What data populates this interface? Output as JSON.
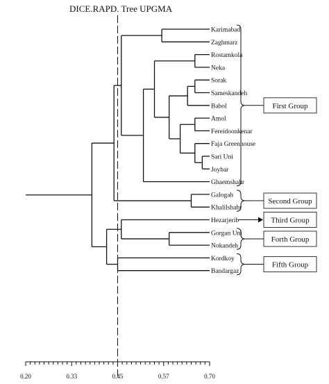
{
  "title": "DICE.RAPD. Tree UPGMA",
  "axis": {
    "ticks": [
      "0.20",
      "0.33",
      "0.45",
      "0.57",
      "0.70"
    ],
    "min": 0.2,
    "max": 0.7,
    "cutoff": 0.45
  },
  "leaves": [
    "Karimabad",
    "Zaghmarz",
    "Rostamkola",
    "Neka",
    "Sorak",
    "Sameskandeh",
    "Babol",
    "Amol",
    "Fereidoonkenar",
    "Faja Greenhouse",
    "Sari Uni",
    "Joybar",
    "Ghaemshahr",
    "Galogah",
    "Khalilshahr",
    "Hezarjerib",
    "Gorgan Uni",
    "Nokandeh",
    "Kordkoy",
    "Bandargaz"
  ],
  "groups": [
    {
      "label": "First Group",
      "first": 0,
      "last": 12
    },
    {
      "label": "Second Group",
      "first": 13,
      "last": 14
    },
    {
      "label": "Third Group",
      "first": 15,
      "last": 15
    },
    {
      "label": "Forth Group",
      "first": 16,
      "last": 17
    },
    {
      "label": "Fifth Group",
      "first": 18,
      "last": 19
    }
  ],
  "nodes": [
    {
      "id": "n1",
      "sim": 0.57,
      "children": [
        0,
        1
      ]
    },
    {
      "id": "n2",
      "sim": 0.66,
      "children": [
        2,
        3
      ]
    },
    {
      "id": "n3",
      "sim": 0.66,
      "children": [
        4,
        5
      ]
    },
    {
      "id": "n4",
      "sim": 0.64,
      "children": [
        "n3",
        6
      ]
    },
    {
      "id": "n5",
      "sim": 0.66,
      "children": [
        7,
        8
      ]
    },
    {
      "id": "n6",
      "sim": 0.68,
      "children": [
        10,
        11
      ]
    },
    {
      "id": "n7",
      "sim": 0.66,
      "children": [
        9,
        "n6"
      ]
    },
    {
      "id": "n8",
      "sim": 0.62,
      "children": [
        "n5",
        "n7"
      ]
    },
    {
      "id": "n9",
      "sim": 0.59,
      "children": [
        "n4",
        "n8"
      ]
    },
    {
      "id": "n10",
      "sim": 0.55,
      "children": [
        "n2",
        "n9"
      ]
    },
    {
      "id": "n11",
      "sim": 0.52,
      "children": [
        "n10",
        12
      ]
    },
    {
      "id": "n12",
      "sim": 0.46,
      "children": [
        "n1",
        "n11"
      ]
    },
    {
      "id": "n13",
      "sim": 0.65,
      "children": [
        13,
        14
      ]
    },
    {
      "id": "n14",
      "sim": 0.44,
      "children": [
        "n12",
        "n13"
      ]
    },
    {
      "id": "n15",
      "sim": 0.59,
      "children": [
        16,
        17
      ]
    },
    {
      "id": "n16",
      "sim": 0.46,
      "children": [
        15,
        "n15"
      ]
    },
    {
      "id": "n17",
      "sim": 0.45,
      "children": [
        18,
        19
      ]
    },
    {
      "id": "n18",
      "sim": 0.42,
      "children": [
        "n16",
        "n17"
      ]
    },
    {
      "id": "n19",
      "sim": 0.38,
      "children": [
        "n14",
        "n18"
      ]
    },
    {
      "id": "n20",
      "sim": 0.2,
      "children": [
        "n19"
      ]
    }
  ]
}
